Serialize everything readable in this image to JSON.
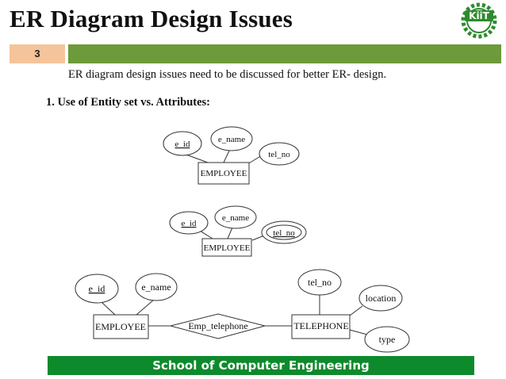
{
  "slide": {
    "title": "ER Diagram Design Issues",
    "page_number": "3",
    "intro": "ER diagram design issues need to be discussed for better ER- design.",
    "section_heading": "1.   Use of Entity set vs. Attributes:",
    "footer": "School of Computer Engineering",
    "logo_text": "KiiT"
  },
  "diagram1": {
    "attr_id": "e_id",
    "attr_name": "e_name",
    "attr_tel": "tel_no",
    "entity": "EMPLOYEE"
  },
  "diagram2": {
    "attr_id": "e_id",
    "attr_name": "e_name",
    "attr_tel": "tel_no",
    "entity": "EMPLOYEE"
  },
  "diagram3": {
    "attr_id": "e_id",
    "attr_name": "e_name",
    "entity1": "EMPLOYEE",
    "relationship": "Emp_telephone",
    "entity2": "TELEPHONE",
    "attr_tel": "tel_no",
    "attr_location": "location",
    "attr_type": "type"
  },
  "colors": {
    "orange_box": "#f5c49a",
    "green_bar": "#6d9a3a",
    "footer_green": "#0d8a2c"
  }
}
